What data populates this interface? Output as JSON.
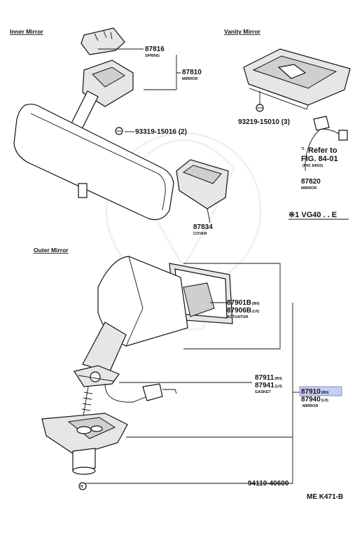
{
  "sections": {
    "inner_mirror": "Inner Mirror",
    "vanity_mirror": "Vanity Mirror",
    "outer_mirror": "Outer Mirror"
  },
  "parts": {
    "p87816": {
      "number": "87816",
      "name": "SPRING"
    },
    "p87810": {
      "number": "87810",
      "name": "MIRROR"
    },
    "p93319": {
      "number": "93319-15016 (2)"
    },
    "p93219": {
      "number": "93219-15010 (3)"
    },
    "refer": {
      "mark": "*1",
      "line1": "Refer to",
      "line2": "FIG. 84-01",
      "line3": "(PNC 84922)"
    },
    "p87820": {
      "number": "87820",
      "name": "MIRROR"
    },
    "note": "※1 VG40 . . E",
    "p87834": {
      "number": "87834",
      "name": "COVER"
    },
    "p87901": {
      "number": "87901B",
      "suffix": "(RH)"
    },
    "p87906": {
      "number": "87906B",
      "suffix": "(LH)",
      "name": "ACTUATOR"
    },
    "p87911": {
      "number": "87911",
      "suffix": "(RH)"
    },
    "p87941": {
      "number": "87941",
      "suffix": "(LH)",
      "name": "GASKET"
    },
    "p87910": {
      "number": "87910",
      "suffix": "(RH)"
    },
    "p87940": {
      "number": "87940",
      "suffix": "(LH)",
      "name": "MIRROR"
    },
    "p94110": {
      "number": "94110-40600"
    }
  },
  "code": "ME K471-B",
  "colors": {
    "highlight": "#c7cdf2",
    "highlight_border": "#6b78c8"
  }
}
